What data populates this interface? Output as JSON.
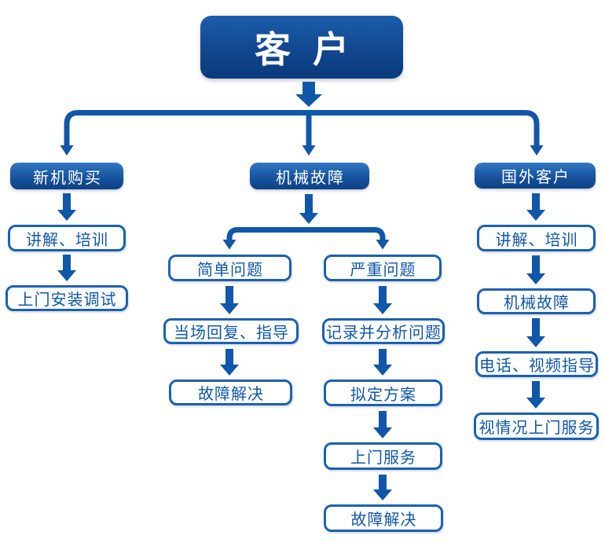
{
  "colors": {
    "line_blue": "#1157a9",
    "box_border_blue": "#1b61b3",
    "box_text_blue": "#1157a9",
    "header_gradient_top": "#3077c3",
    "header_gradient_bottom": "#0d4287",
    "root_gradient_top": "#1b5dac",
    "root_gradient_bottom": "#093a7c",
    "background": "#ffffff"
  },
  "root": {
    "label": "客户"
  },
  "branches": {
    "left": {
      "header": "新机购买",
      "steps": [
        "讲解、培训",
        "上门安装调试"
      ]
    },
    "middle": {
      "header": "机械故障",
      "sub_left": {
        "header": "简单问题",
        "steps": [
          "当场回复、指导",
          "故障解决"
        ]
      },
      "sub_right": {
        "header": "严重问题",
        "steps": [
          "记录并分析问题",
          "拟定方案",
          "上门服务",
          "故障解决"
        ]
      }
    },
    "right": {
      "header": "国外客户",
      "steps": [
        "讲解、培训",
        "机械故障",
        "电话、视频指导",
        "视情况上门服务"
      ]
    }
  }
}
